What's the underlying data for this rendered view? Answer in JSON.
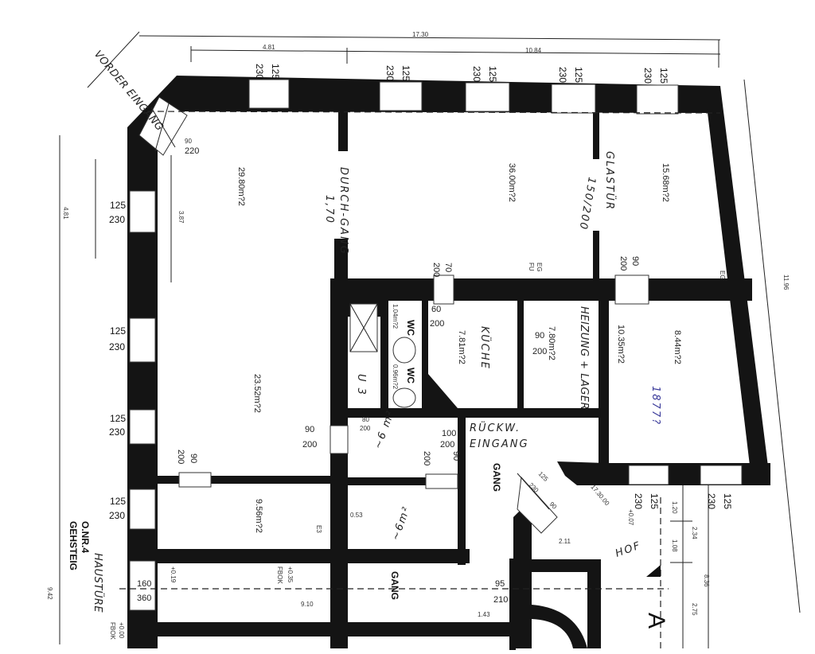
{
  "plan": {
    "dimensions": {
      "total_width": "17.30",
      "left_segment": "4.81",
      "right_segment": "10.84",
      "right_side": "11.96",
      "left_side": "4.81",
      "inner_height": "3.87",
      "corridor_length": "9.10",
      "corridor_end": "1.43",
      "court_width": "2.11",
      "d1": "1.20",
      "d2": "2.34",
      "d3": "1.08",
      "d4": "8.36",
      "d5": "2.75",
      "left_bottom": "9.42",
      "wall_thk": "0.53"
    },
    "window_label": {
      "width": "125",
      "height": "230"
    },
    "rooms": {
      "r1": "29.80m?2",
      "r2": "36.00m?2",
      "r3": "15.68m?2",
      "r4": "23.52m?2",
      "r5": "9.56m?2",
      "kitchen_area": "7.81m?2",
      "heating_area": "7.80m?2",
      "r8": "10.35m?2",
      "r9": "8.44m?2",
      "wc1_area": "1.04m?2",
      "wc2_area": "0.96m?2"
    },
    "handwritten": {
      "front_entrance": "VORDER EINGANG",
      "passage": "DURCH-GANG",
      "passage_width": "1,70",
      "glass_door": "GLASTÜR",
      "glass_door_size": "150/200",
      "kitchen": "KÜCHE",
      "heating": "HEIZUNG + LAGER",
      "rear_entrance_1": "RÜCKW.",
      "rear_entrance_2": "EINGANG",
      "approx_6m_1": "~6 m²",
      "approx_6m_2": "~6m²",
      "yard": "HOF",
      "house_door": "HAUSTÜRE",
      "year": "1877?",
      "misc_u3": "U 3"
    },
    "printed_labels": {
      "wc": "WC",
      "corridor": "GANG",
      "street_no": "O.NR.4",
      "sidewalk": "GEHSTEIG",
      "fu": "FU",
      "eg": "EG",
      "e3": "E3",
      "a": "A"
    },
    "doors": {
      "entry": [
        "90",
        "220"
      ],
      "d1": [
        "70",
        "200"
      ],
      "d2": [
        "90",
        "200"
      ],
      "d3": [
        "60",
        "200"
      ],
      "d4": [
        "90",
        "200"
      ],
      "d5": [
        "90",
        "200"
      ],
      "d6": [
        "80",
        "200"
      ],
      "d7": [
        "100",
        "200"
      ],
      "d8": [
        "90",
        "200"
      ],
      "d9": [
        "90",
        "200"
      ],
      "house": [
        "160",
        "360"
      ],
      "back": [
        "95",
        "210"
      ],
      "stair_win": [
        "125",
        "230",
        "90"
      ]
    },
    "levels": {
      "l1": "+0.19",
      "l2": "+0.35",
      "l3": "+0.00",
      "l4": "+0.07",
      "fbok": "FBOK",
      "stair": "17.30.00"
    }
  }
}
